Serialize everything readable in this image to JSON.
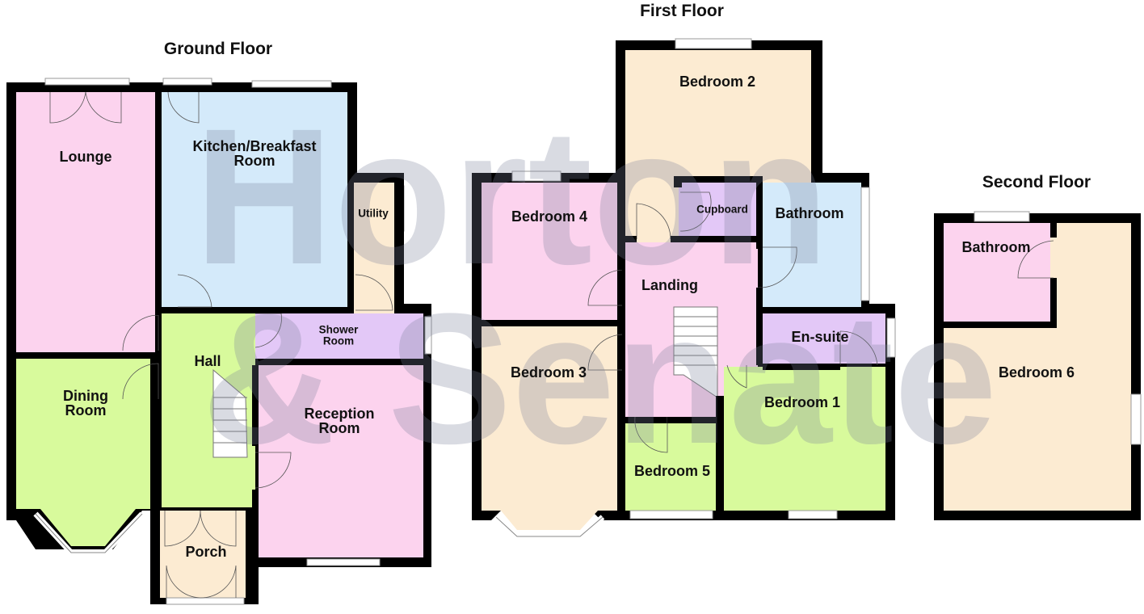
{
  "floors": [
    {
      "id": "ground",
      "title": "Ground Floor",
      "rooms": [
        {
          "name": "Lounge",
          "color": "#fcd3ee"
        },
        {
          "name": "Kitchen/Breakfast Room",
          "line1": "Kitchen/Breakfast",
          "line2": "Room",
          "color": "#d4eafa"
        },
        {
          "name": "Utility",
          "color": "#fcebd2"
        },
        {
          "name": "Shower Room",
          "line1": "Shower",
          "line2": "Room",
          "color": "#e3c8f7"
        },
        {
          "name": "Hall",
          "color": "#d8fa9c"
        },
        {
          "name": "Dining Room",
          "line1": "Dining",
          "line2": "Room",
          "color": "#d8fa9c"
        },
        {
          "name": "Reception Room",
          "line1": "Reception",
          "line2": "Room",
          "color": "#fcd3ee"
        },
        {
          "name": "Porch",
          "color": "#fcebd2"
        }
      ]
    },
    {
      "id": "first",
      "title": "First Floor",
      "rooms": [
        {
          "name": "Bedroom 2",
          "color": "#fcebd2"
        },
        {
          "name": "Bedroom 4",
          "color": "#fcd3ee"
        },
        {
          "name": "Cupboard",
          "color": "#e3c8f7"
        },
        {
          "name": "Bathroom",
          "color": "#d4eafa"
        },
        {
          "name": "Landing",
          "color": "#fcd3ee"
        },
        {
          "name": "En-suite",
          "color": "#e3c8f7"
        },
        {
          "name": "Bedroom 3",
          "color": "#fcebd2"
        },
        {
          "name": "Bedroom 1",
          "color": "#d8fa9c"
        },
        {
          "name": "Bedroom 5",
          "color": "#d8fa9c"
        }
      ]
    },
    {
      "id": "second",
      "title": "Second Floor",
      "rooms": [
        {
          "name": "Bathroom",
          "color": "#fcd3ee"
        },
        {
          "name": "Bedroom 6",
          "color": "#fcebd2"
        }
      ]
    }
  ],
  "watermark": {
    "line1": "Horton",
    "line2": "& Senate",
    "color": "#8a8fa8"
  },
  "colors": {
    "wall": "#000000",
    "window": "#ffffff",
    "stairs": "#ffffff"
  }
}
